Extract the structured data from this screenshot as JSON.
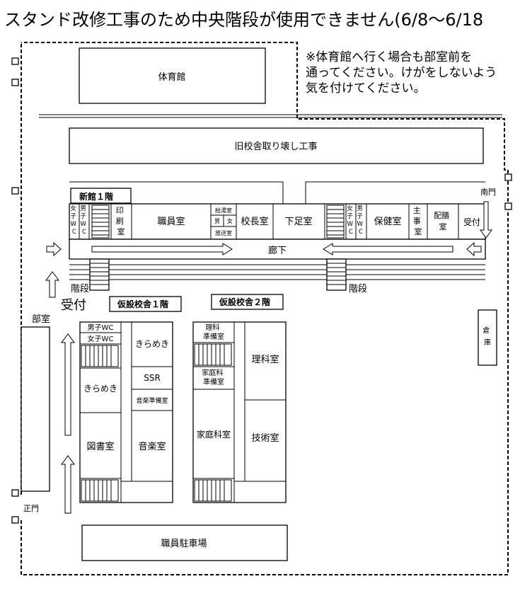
{
  "header": {
    "title": "スタンド改修工事のため中央階段が使用できません(6/8〜6/18",
    "notice_lines": [
      "※体育館へ行く場合も部室前を",
      "通ってください。けがをしないよう",
      "気を付けてください。"
    ]
  },
  "map": {
    "gym": "体育館",
    "old_building_demolition": "旧校舎取り壊し工事",
    "shinkan_label": "新館１階",
    "rooms_new": {
      "girls_wc": [
        "女",
        "子",
        "W",
        "C"
      ],
      "boys_wc": [
        "男",
        "子",
        "W",
        "C"
      ],
      "print_room": [
        "印",
        "刷",
        "室"
      ],
      "staff_room": "職員室",
      "kyushoku_room": "給湯室",
      "male_small": "男",
      "female_small": "女",
      "broadcast_room": "放送室",
      "principal_room": "校長室",
      "shoe_room": "下足室",
      "girls_wc2": [
        "女",
        "子",
        "W",
        "C"
      ],
      "boys_wc2": [
        "男",
        "子",
        "W",
        "C"
      ],
      "health_room": "保健室",
      "chief_room": [
        "主",
        "事",
        "室"
      ],
      "serving_room": [
        "配膳",
        "室"
      ],
      "corridor": "廊下",
      "reception_right": "受付"
    },
    "south_gate": "南門",
    "stairs_left": "階段",
    "stairs_right": "階段",
    "reception_left": "受付",
    "club_room": "部室",
    "main_gate": "正門",
    "warehouse": [
      "倉",
      "庫"
    ],
    "temp1_label": "仮設校舎１階",
    "temp2_label": "仮設校舎２階",
    "temp1": {
      "boys_wc": "男子WC",
      "girls_wc": "女子WC",
      "kirameki_right": "きらめき",
      "ssr": "SSR",
      "kirameki_left": "きらめき",
      "music_prep": "音楽準備室",
      "library": "図書室",
      "music_room": "音楽室"
    },
    "temp2": {
      "science_prep": [
        "理科",
        "準備室"
      ],
      "science_room": "理科室",
      "home_prep": [
        "家庭科",
        "準備室"
      ],
      "home_room": "家庭科室",
      "tech_room": "技術室"
    },
    "parking": "職員駐車場"
  }
}
